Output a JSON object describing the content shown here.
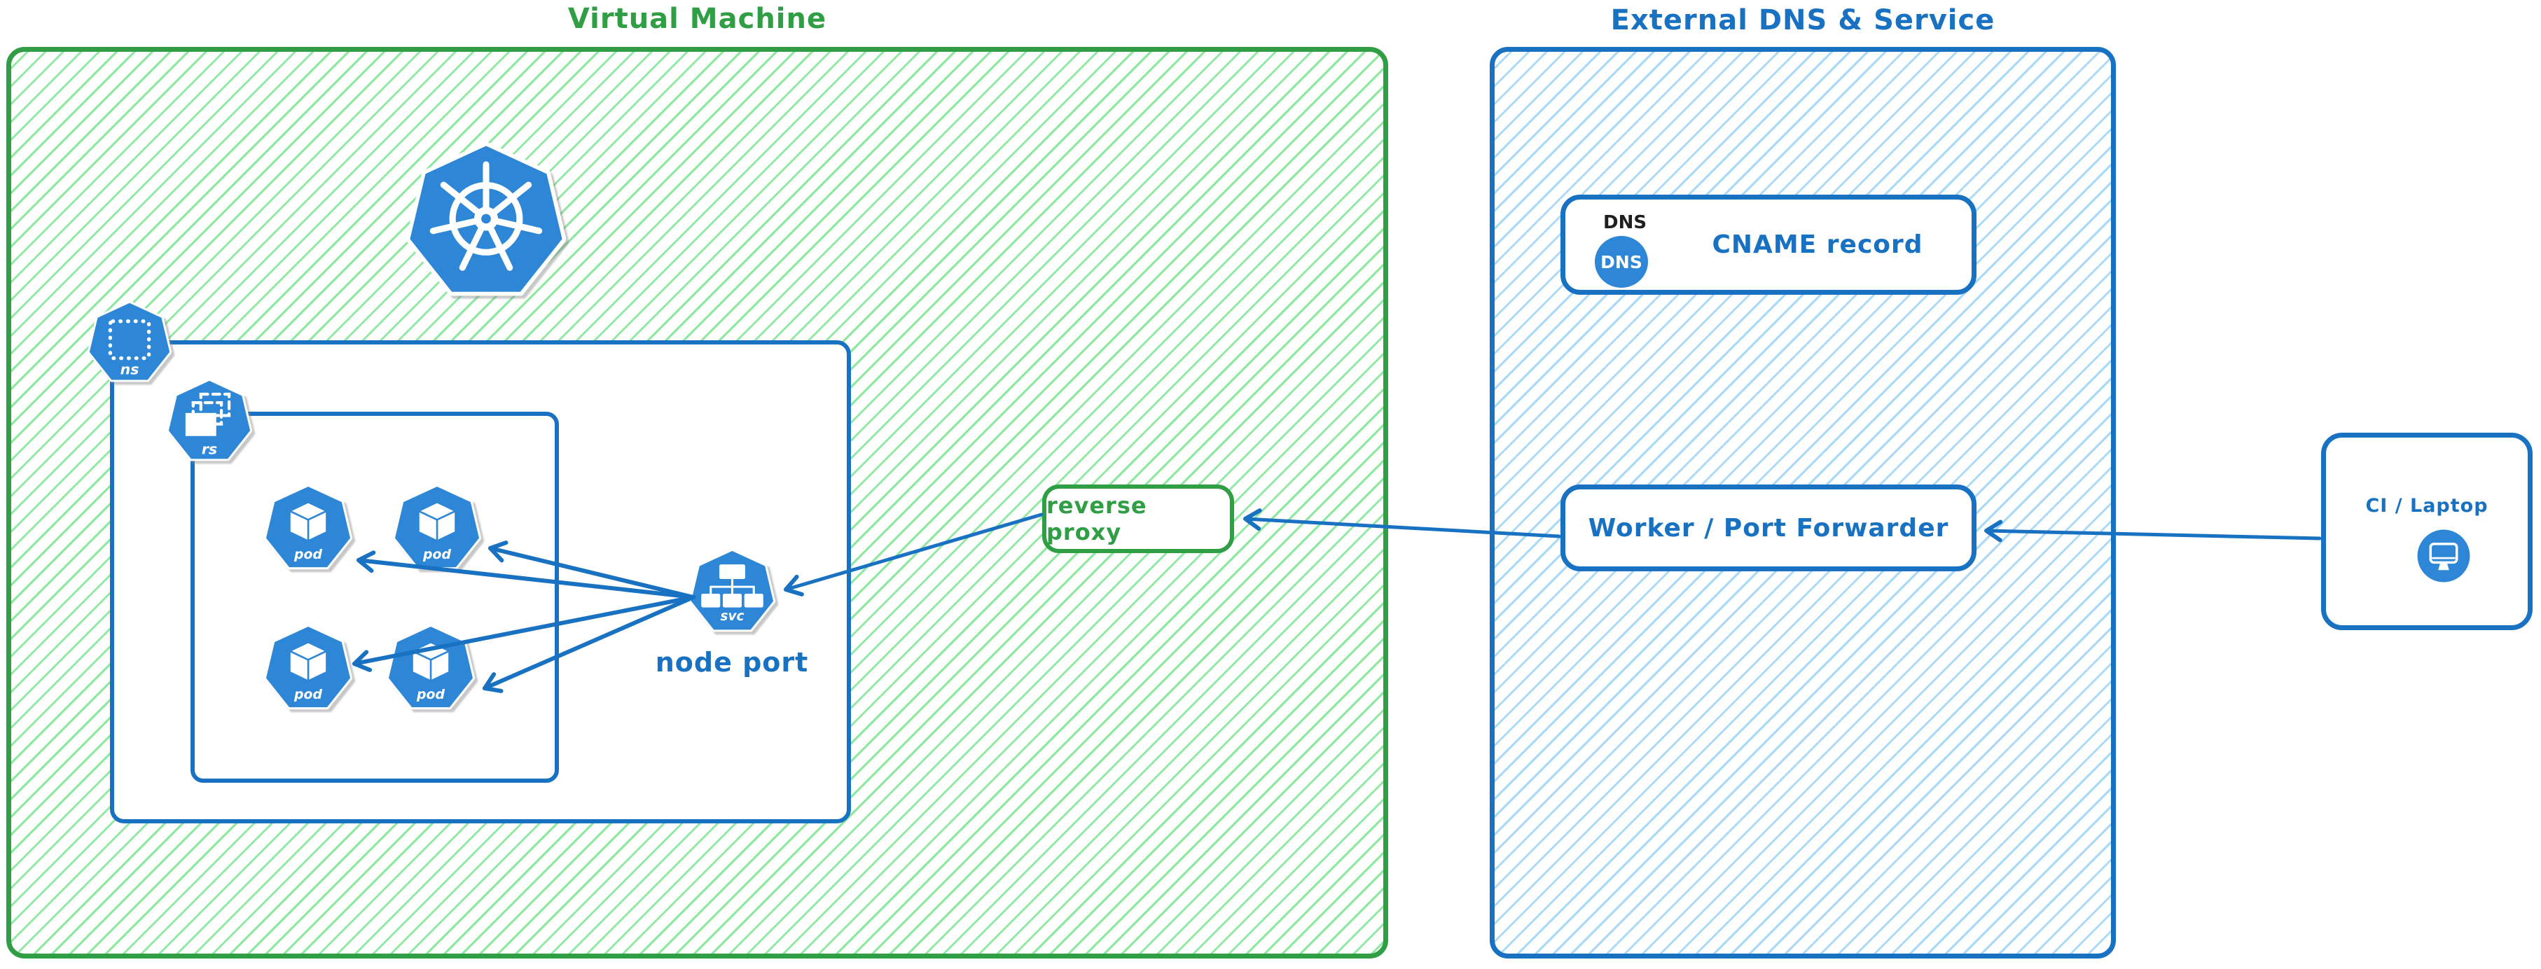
{
  "vm": {
    "title": "Virtual Machine",
    "node_port_label": "node port",
    "reverse_proxy_label": "reverse proxy",
    "icons": {
      "namespace_label": "ns",
      "replicaset_label": "rs",
      "pod_label": "pod",
      "service_label": "svc"
    }
  },
  "external": {
    "title": "External DNS & Service",
    "dns_box": {
      "tag": "DNS",
      "icon_label": "DNS",
      "record_label": "CNAME record"
    },
    "worker_box": {
      "label": "Worker / Port Forwarder"
    }
  },
  "client": {
    "label": "CI / Laptop"
  },
  "colors": {
    "green": "#2f9e44",
    "green_hatch": "#8fe8a0",
    "blue": "#1971c2",
    "blue_hatch": "#a9d9f8",
    "icon_blue": "#2e87d6",
    "ink_black": "#1e1e1e"
  }
}
